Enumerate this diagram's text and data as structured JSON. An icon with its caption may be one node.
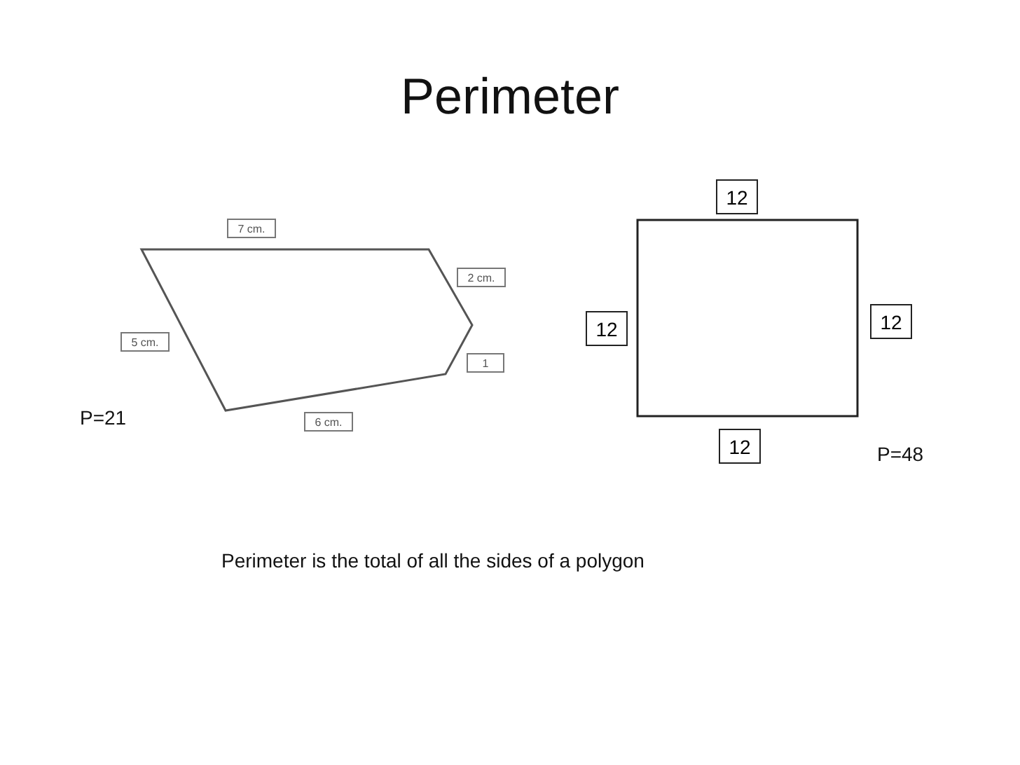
{
  "diagram": {
    "title": "Perimeter",
    "caption": "Perimeter is the total of all the sides of a polygon",
    "labels": [
      "12",
      "7 cm.",
      "2 cm.",
      "12",
      "12",
      "5 cm.",
      "1",
      "P=21",
      "6 cm.",
      "12",
      "P=48"
    ]
  }
}
